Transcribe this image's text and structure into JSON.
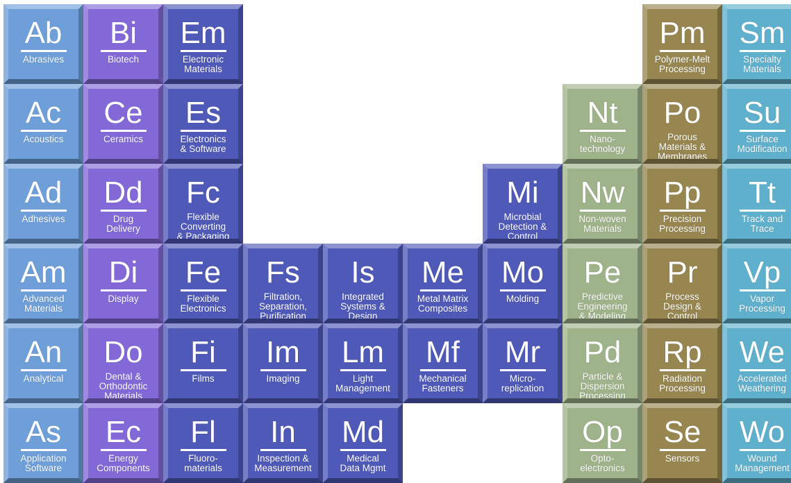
{
  "palette": {
    "lightblue": "#6f9fd8",
    "violet": "#8369d8",
    "indigo": "#4f59b8",
    "sage": "#9fb38a",
    "olive": "#978650",
    "teal": "#5fb0cc"
  },
  "tiles": [
    {
      "col": 0,
      "row": 0,
      "group": "lightblue",
      "symbol": "Ab",
      "name": "Abrasives"
    },
    {
      "col": 0,
      "row": 1,
      "group": "lightblue",
      "symbol": "Ac",
      "name": "Acoustics"
    },
    {
      "col": 0,
      "row": 2,
      "group": "lightblue",
      "symbol": "Ad",
      "name": "Adhesives"
    },
    {
      "col": 0,
      "row": 3,
      "group": "lightblue",
      "symbol": "Am",
      "name": "Advanced\nMaterials"
    },
    {
      "col": 0,
      "row": 4,
      "group": "lightblue",
      "symbol": "An",
      "name": "Analytical"
    },
    {
      "col": 0,
      "row": 5,
      "group": "lightblue",
      "symbol": "As",
      "name": "Application\nSoftware"
    },
    {
      "col": 1,
      "row": 0,
      "group": "violet",
      "symbol": "Bi",
      "name": "Biotech"
    },
    {
      "col": 1,
      "row": 1,
      "group": "violet",
      "symbol": "Ce",
      "name": "Ceramics"
    },
    {
      "col": 1,
      "row": 2,
      "group": "violet",
      "symbol": "Dd",
      "name": "Drug\nDelivery"
    },
    {
      "col": 1,
      "row": 3,
      "group": "violet",
      "symbol": "Di",
      "name": "Display"
    },
    {
      "col": 1,
      "row": 4,
      "group": "violet",
      "symbol": "Do",
      "name": "Dental &\nOrthodontic\nMaterials"
    },
    {
      "col": 1,
      "row": 5,
      "group": "violet",
      "symbol": "Ec",
      "name": "Energy\nComponents"
    },
    {
      "col": 2,
      "row": 0,
      "group": "indigo",
      "symbol": "Em",
      "name": "Electronic\nMaterials"
    },
    {
      "col": 2,
      "row": 1,
      "group": "indigo",
      "symbol": "Es",
      "name": "Electronics\n& Software"
    },
    {
      "col": 2,
      "row": 2,
      "group": "indigo",
      "symbol": "Fc",
      "name": "Flexible\nConverting\n& Packaging"
    },
    {
      "col": 2,
      "row": 3,
      "group": "indigo",
      "symbol": "Fe",
      "name": "Flexible\nElectronics"
    },
    {
      "col": 2,
      "row": 4,
      "group": "indigo",
      "symbol": "Fi",
      "name": "Films"
    },
    {
      "col": 2,
      "row": 5,
      "group": "indigo",
      "symbol": "Fl",
      "name": "Fluoro-\nmaterials"
    },
    {
      "col": 3,
      "row": 3,
      "group": "indigo",
      "symbol": "Fs",
      "name": "Filtration,\nSeparation,\nPurification"
    },
    {
      "col": 3,
      "row": 4,
      "group": "indigo",
      "symbol": "Im",
      "name": "Imaging"
    },
    {
      "col": 3,
      "row": 5,
      "group": "indigo",
      "symbol": "In",
      "name": "Inspection &\nMeasurement"
    },
    {
      "col": 4,
      "row": 3,
      "group": "indigo",
      "symbol": "Is",
      "name": "Integrated\nSystems &\nDesign"
    },
    {
      "col": 4,
      "row": 4,
      "group": "indigo",
      "symbol": "Lm",
      "name": "Light\nManagement"
    },
    {
      "col": 4,
      "row": 5,
      "group": "indigo",
      "symbol": "Md",
      "name": "Medical\nData Mgmt"
    },
    {
      "col": 5,
      "row": 3,
      "group": "indigo",
      "symbol": "Me",
      "name": "Metal Matrix\nComposites"
    },
    {
      "col": 5,
      "row": 4,
      "group": "indigo",
      "symbol": "Mf",
      "name": "Mechanical\nFasteners"
    },
    {
      "col": 6,
      "row": 2,
      "group": "indigo",
      "symbol": "Mi",
      "name": "Microbial\nDetection &\nControl"
    },
    {
      "col": 6,
      "row": 3,
      "group": "indigo",
      "symbol": "Mo",
      "name": "Molding"
    },
    {
      "col": 6,
      "row": 4,
      "group": "indigo",
      "symbol": "Mr",
      "name": "Micro-\nreplication"
    },
    {
      "col": 7,
      "row": 1,
      "group": "sage",
      "symbol": "Nt",
      "name": "Nano-\ntechnology"
    },
    {
      "col": 7,
      "row": 2,
      "group": "sage",
      "symbol": "Nw",
      "name": "Non-woven\nMaterials"
    },
    {
      "col": 7,
      "row": 3,
      "group": "sage",
      "symbol": "Pe",
      "name": "Predictive\nEngineering\n& Modeling"
    },
    {
      "col": 7,
      "row": 4,
      "group": "sage",
      "symbol": "Pd",
      "name": "Particle &\nDispersion\nProcessing"
    },
    {
      "col": 7,
      "row": 5,
      "group": "sage",
      "symbol": "Op",
      "name": "Opto-\nelectronics"
    },
    {
      "col": 8,
      "row": 0,
      "group": "olive",
      "symbol": "Pm",
      "name": "Polymer-Melt\nProcessing"
    },
    {
      "col": 8,
      "row": 1,
      "group": "olive",
      "symbol": "Po",
      "name": "Porous\nMaterials &\nMembranes"
    },
    {
      "col": 8,
      "row": 2,
      "group": "olive",
      "symbol": "Pp",
      "name": "Precision\nProcessing"
    },
    {
      "col": 8,
      "row": 3,
      "group": "olive",
      "symbol": "Pr",
      "name": "Process\nDesign &\nControl"
    },
    {
      "col": 8,
      "row": 4,
      "group": "olive",
      "symbol": "Rp",
      "name": "Radiation\nProcessing"
    },
    {
      "col": 8,
      "row": 5,
      "group": "olive",
      "symbol": "Se",
      "name": "Sensors"
    },
    {
      "col": 9,
      "row": 0,
      "group": "teal",
      "symbol": "Sm",
      "name": "Specialty\nMaterials"
    },
    {
      "col": 9,
      "row": 1,
      "group": "teal",
      "symbol": "Su",
      "name": "Surface\nModification"
    },
    {
      "col": 9,
      "row": 2,
      "group": "teal",
      "symbol": "Tt",
      "name": "Track and\nTrace"
    },
    {
      "col": 9,
      "row": 3,
      "group": "teal",
      "symbol": "Vp",
      "name": "Vapor\nProcessing"
    },
    {
      "col": 9,
      "row": 4,
      "group": "teal",
      "symbol": "We",
      "name": "Accelerated\nWeathering"
    },
    {
      "col": 9,
      "row": 5,
      "group": "teal",
      "symbol": "Wo",
      "name": "Wound\nManagement"
    }
  ]
}
